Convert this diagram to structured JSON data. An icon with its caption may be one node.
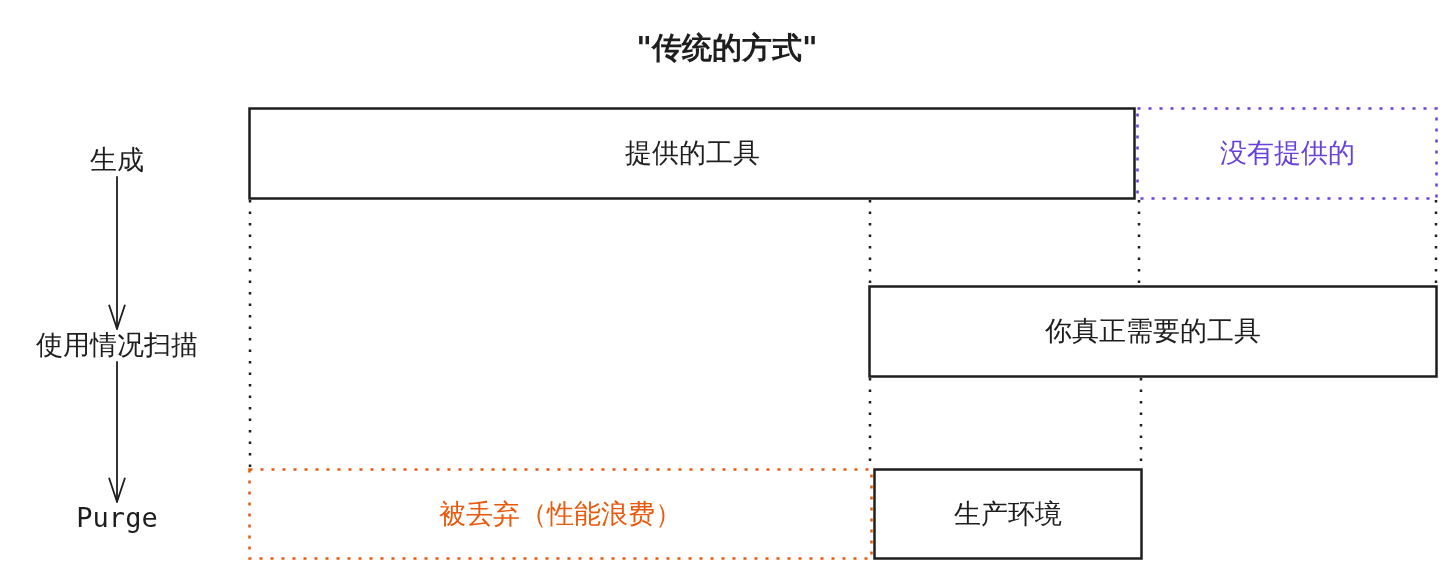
{
  "diagram": {
    "title": "\"传统的方式\"",
    "nodes": [
      {
        "text": [
          "生成"
        ]
      },
      {
        "text": [
          "使用情况扫描"
        ]
      },
      {
        "text": [
          "Purge"
        ]
      },
      {
        "text": [
          "提供的工具"
        ]
      },
      {
        "text": [
          "没有提供的"
        ]
      },
      {
        "text": [
          "你真正需要的工具"
        ]
      },
      {
        "text": [
          "被丢弃（性能浪费）"
        ]
      },
      {
        "text": [
          "生产环境"
        ]
      }
    ],
    "edges": [
      {
        "from": 0,
        "to": 1,
        "arrow": "to"
      },
      {
        "from": 1,
        "to": 2,
        "arrow": "to"
      },
      {
        "from": 3,
        "to": 6,
        "arrow": "none",
        "style": "dashed"
      },
      {
        "from": 3,
        "to": 5,
        "arrow": "none",
        "style": "dashed"
      },
      {
        "from": 4,
        "to": 5,
        "arrow": "none",
        "style": "dashed"
      },
      {
        "from": 4,
        "to": 5,
        "arrow": "none",
        "style": "dashed"
      },
      {
        "from": 5,
        "to": 7,
        "arrow": "none",
        "style": "dashed"
      },
      {
        "from": 5,
        "to": 7,
        "arrow": "none",
        "style": "dashed"
      }
    ]
  }
}
